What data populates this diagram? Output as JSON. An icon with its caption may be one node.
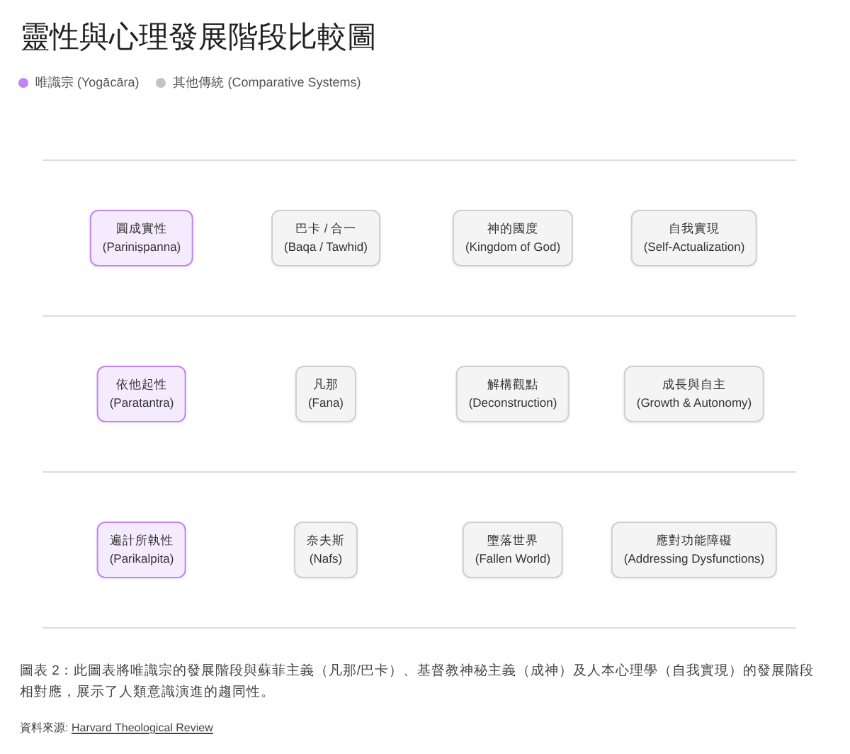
{
  "diagram": {
    "title": "靈性與心理發展階段比較圖",
    "legend": [
      {
        "text": "唯識宗 (Yogācāra)",
        "color": "#c084fc"
      },
      {
        "text": "其他傳統 (Comparative Systems)",
        "color": "#c4c4c4"
      }
    ],
    "nodes": [
      {
        "text": [
          "圓成實性",
          "(Pariniṣpanna)"
        ]
      },
      {
        "text": [
          "巴卡 / 合一",
          "(Baqa / Tawhid)"
        ]
      },
      {
        "text": [
          "神的國度",
          "(Kingdom of God)"
        ]
      },
      {
        "text": [
          "自我實現",
          "(Self-Actualization)"
        ]
      },
      {
        "text": [
          "依他起性",
          "(Paratantra)"
        ]
      },
      {
        "text": [
          "凡那",
          "(Fana)"
        ]
      },
      {
        "text": [
          "解構觀點",
          "(Deconstruction)"
        ]
      },
      {
        "text": [
          "成長與自主",
          "(Growth & Autonomy)"
        ]
      },
      {
        "text": [
          "遍計所執性",
          "(Parikalpita)"
        ]
      },
      {
        "text": [
          "奈夫斯",
          "(Nafs)"
        ]
      },
      {
        "text": [
          "墮落世界",
          "(Fallen World)"
        ]
      },
      {
        "text": [
          "應對功能障礙",
          "(Addressing Dysfunctions)"
        ]
      }
    ],
    "caption": "圖表 2：此圖表將唯識宗的發展階段與蘇菲主義（凡那/巴卡）、基督教神秘主義（成神）及人本心理學（自我實現）的發展階段相對應，展示了人類意識演進的趨同性。",
    "labels": [
      "資料來源:",
      "Harvard Theological Review"
    ]
  }
}
